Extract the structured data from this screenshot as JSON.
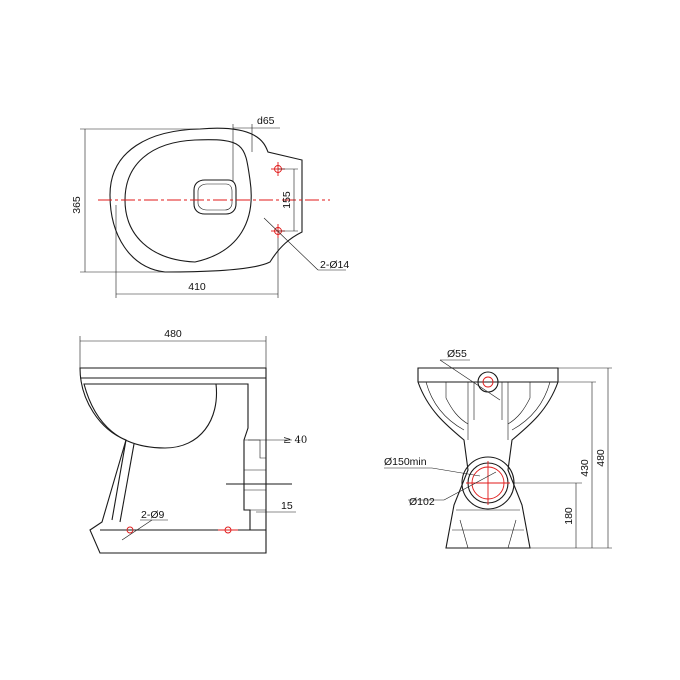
{
  "top_view": {
    "width_label": "410",
    "depth_label": "365",
    "hole_spacing_label": "155",
    "offset_label": "d65",
    "hole_label": "2-Ø14"
  },
  "side_view": {
    "length_label": "480",
    "clearance_label": "≥ 40",
    "gap_label": "15",
    "hole_label": "2-Ø9"
  },
  "front_view": {
    "inlet_label": "Ø55",
    "outlet_min_label": "Ø150min",
    "outlet_label": "Ø102",
    "outlet_height_label": "180",
    "rim_height_label": "430",
    "total_height_label": "480"
  },
  "colors": {
    "line": "#1a1a1a",
    "centerline": "#e01818",
    "background": "#ffffff"
  }
}
